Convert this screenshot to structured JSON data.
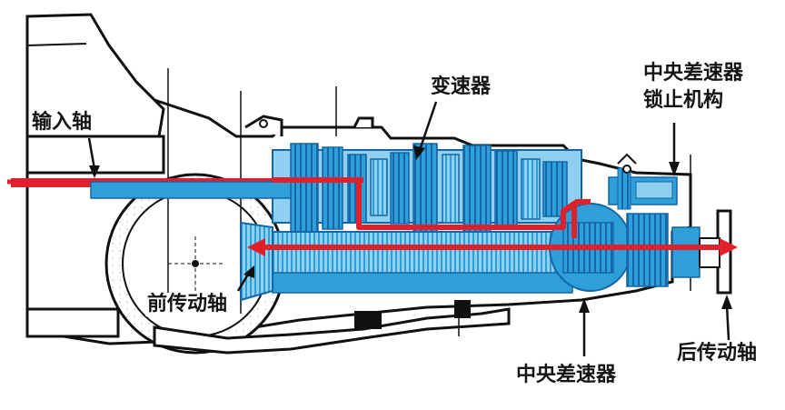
{
  "labels": {
    "input_shaft": "输入轴",
    "transmission": "变速器",
    "center_diff_lock_line1": "中央差速器",
    "center_diff_lock_line2": "锁止机构",
    "front_driveshaft": "前传动轴",
    "center_differential": "中央差速器",
    "rear_driveshaft": "后传动轴"
  },
  "colors": {
    "housing_fill": "#ffffff",
    "housing_outline": "#111111",
    "gear_blue": "#2f9fd8",
    "gear_blue_dark": "#1466a8",
    "gear_blue_light": "#8fd0f0",
    "power_flow_red": "#e0202c",
    "section_grey": "#e8e8e8"
  }
}
